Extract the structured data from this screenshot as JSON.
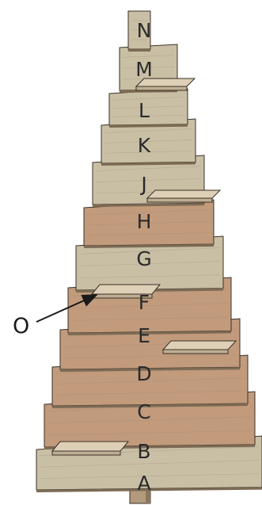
{
  "colors": {
    "board_light": "#c9bfa5",
    "board_mid": "#b8a98c",
    "board_warm": "#c29a7c",
    "board_edge": "#7d6b55",
    "board_shadow": "#9a8a72",
    "shelf_top": "#ddd0b6",
    "shelf_front": "#bfae92",
    "post": "#b39a7c",
    "post_dark": "#8c765e",
    "outline": "#3a3228"
  },
  "diagram": {
    "board_labels": [
      "N",
      "M",
      "L",
      "K",
      "J",
      "H",
      "G",
      "F",
      "E",
      "D",
      "C",
      "B",
      "A"
    ],
    "callout": {
      "label": "O",
      "arrow_icon": "arrow-icon"
    }
  }
}
